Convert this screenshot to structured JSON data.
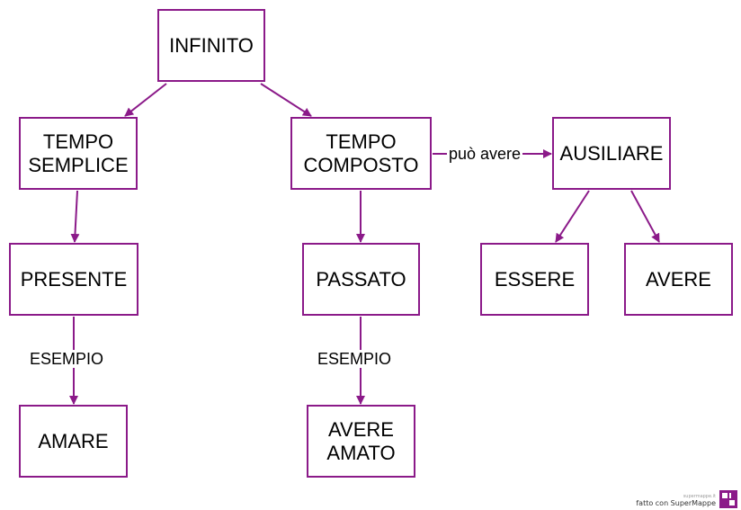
{
  "colors": {
    "accent": "#8b1a89"
  },
  "nodes": {
    "infinito": "INFINITO",
    "tempo_semplice": "TEMPO\nSEMPLICE",
    "tempo_composto": "TEMPO\nCOMPOSTO",
    "ausiliare": "AUSILIARE",
    "presente": "PRESENTE",
    "passato": "PASSATO",
    "essere": "ESSERE",
    "avere": "AVERE",
    "amare": "AMARE",
    "avere_amato": "AVERE\nAMATO"
  },
  "edge_labels": {
    "puo_avere": "può avere",
    "esempio_presente": "ESEMPIO",
    "esempio_passato": "ESEMPIO"
  },
  "footer": {
    "site": "supermappe.it",
    "credit": "fatto con SuperMappe",
    "logo_icon": "supermappe-logo-icon"
  }
}
